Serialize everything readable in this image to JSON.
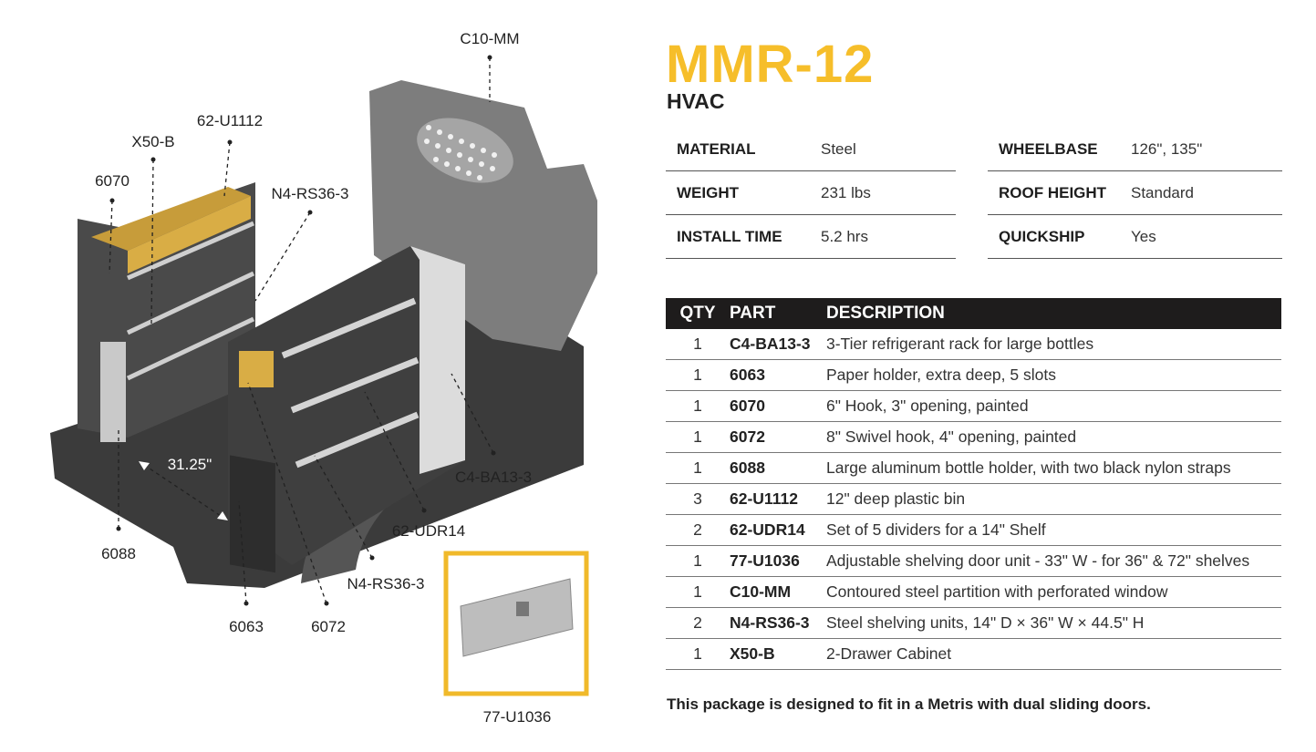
{
  "header": {
    "title": "MMR-12",
    "subtitle": "HVAC"
  },
  "specs_left": [
    {
      "label": "MATERIAL",
      "value": "Steel"
    },
    {
      "label": "WEIGHT",
      "value": "231 lbs"
    },
    {
      "label": "INSTALL TIME",
      "value": "5.2 hrs"
    }
  ],
  "specs_right": [
    {
      "label": "WHEELBASE",
      "value": "126\", 135\""
    },
    {
      "label": "ROOF HEIGHT",
      "value": "Standard"
    },
    {
      "label": "QUICKSHIP",
      "value": "Yes"
    }
  ],
  "parts_table": {
    "headers": {
      "qty": "QTY",
      "part": "PART",
      "description": "DESCRIPTION"
    },
    "rows": [
      {
        "qty": "1",
        "part": "C4-BA13-3",
        "description": "3-Tier refrigerant rack for large bottles"
      },
      {
        "qty": "1",
        "part": "6063",
        "description": "Paper holder, extra deep, 5 slots"
      },
      {
        "qty": "1",
        "part": "6070",
        "description": "6\" Hook, 3\" opening, painted"
      },
      {
        "qty": "1",
        "part": "6072",
        "description": "8\" Swivel hook, 4\" opening, painted"
      },
      {
        "qty": "1",
        "part": "6088",
        "description": "Large aluminum bottle holder, with two black nylon straps"
      },
      {
        "qty": "3",
        "part": "62-U1112",
        "description": "12\" deep plastic bin"
      },
      {
        "qty": "2",
        "part": "62-UDR14",
        "description": "Set of 5 dividers for a 14\" Shelf"
      },
      {
        "qty": "1",
        "part": "77-U1036",
        "description": "Adjustable shelving door unit - 33\" W - for 36\" & 72\" shelves"
      },
      {
        "qty": "1",
        "part": "C10-MM",
        "description": "Contoured steel partition with perforated window"
      },
      {
        "qty": "2",
        "part": "N4-RS36-3",
        "description": "Steel shelving units, 14\" D × 36\" W × 44.5\" H"
      },
      {
        "qty": "1",
        "part": "X50-B",
        "description": "2-Drawer Cabinet"
      }
    ]
  },
  "note": "This package is designed to fit in a Metris with dual sliding doors.",
  "illustration": {
    "callouts": {
      "c10mm": "C10-MM",
      "u1112": "62-U1112",
      "x50b": "X50-B",
      "p6070": "6070",
      "n4_top": "N4-RS36-3",
      "dimension": "31.25\"",
      "c4ba": "C4-BA13-3",
      "udr14": "62-UDR14",
      "p6088": "6088",
      "n4_bottom": "N4-RS36-3",
      "p6063": "6063",
      "p6072": "6072",
      "u1036": "77-U1036"
    },
    "accent_color": "#f0b92a"
  }
}
